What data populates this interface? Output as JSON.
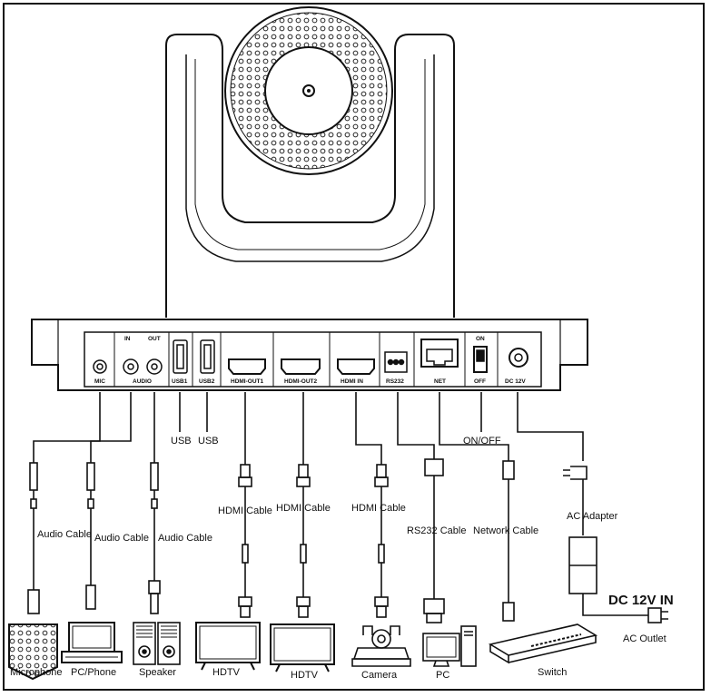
{
  "ports": {
    "mic": "MIC",
    "audio": "AUDIO",
    "audio_in": "IN",
    "audio_out": "OUT",
    "usb1": "USB1",
    "usb2": "USB2",
    "hdmi_out1": "HDMI-OUT1",
    "hdmi_out2": "HDMI-OUT2",
    "hdmi_in": "HDMI  IN",
    "rs232": "RS232",
    "net": "NET",
    "on": "ON",
    "off": "OFF",
    "dc": "DC  12V"
  },
  "cables": {
    "usb_a": "USB",
    "usb_b": "USB",
    "audio1": "Audio Cable",
    "audio2": "Audio Cable",
    "audio3": "Audio Cable",
    "hdmi1": "HDMI  Cable",
    "hdmi2": "HDMI  Cable",
    "hdmi3": "HDMI  Cable",
    "rs232": "RS232 Cable",
    "network": "Network  Cable",
    "onoff": "ON/OFF",
    "adapter": "AC    Adapter",
    "dc_in": "DC 12V IN",
    "ac_outlet": "AC Outlet"
  },
  "devices": {
    "microphone": "Microphone",
    "pcphone": "PC/Phone",
    "speaker": "Speaker",
    "hdtv1": "HDTV",
    "hdtv2": "HDTV",
    "camera": "Camera",
    "pc": "PC",
    "switch": "Switch"
  }
}
